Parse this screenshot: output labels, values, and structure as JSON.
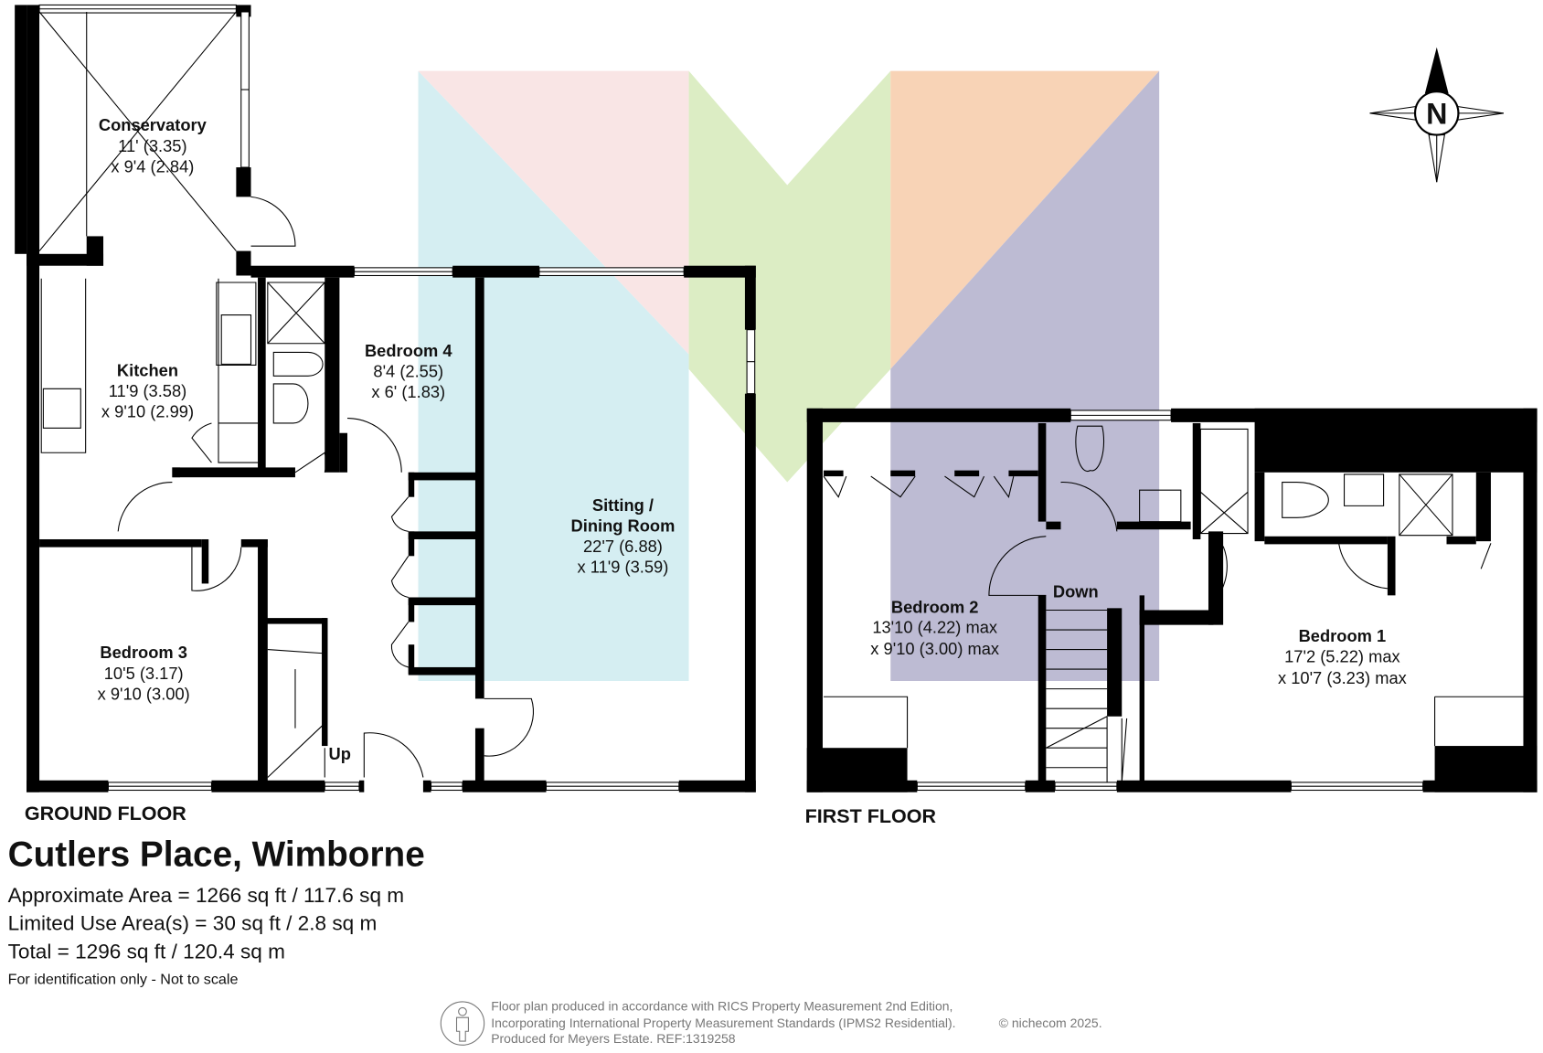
{
  "title": "Cutlers Place, Wimborne",
  "areas": {
    "approx": "Approximate Area = 1266 sq ft / 117.6 sq m",
    "limited": "Limited Use Area(s) = 30 sq ft / 2.8 sq m",
    "total": "Total = 1296 sq ft / 120.4 sq m",
    "note": "For identification only - Not to scale"
  },
  "floors": {
    "ground": "GROUND FLOOR",
    "first": "FIRST FLOOR"
  },
  "rooms": {
    "conservatory": {
      "name": "Conservatory",
      "d1": "11' (3.35)",
      "d2": "x 9'4 (2.84)"
    },
    "kitchen": {
      "name": "Kitchen",
      "d1": "11'9 (3.58)",
      "d2": "x 9'10 (2.99)"
    },
    "bedroom4": {
      "name": "Bedroom 4",
      "d1": "8'4 (2.55)",
      "d2": "x 6' (1.83)"
    },
    "sitting1": "Sitting /",
    "sitting": {
      "name": "Dining Room",
      "d1": "22'7 (6.88)",
      "d2": "x 11'9 (3.59)"
    },
    "bedroom3": {
      "name": "Bedroom 3",
      "d1": "10'5 (3.17)",
      "d2": "x 9'10 (3.00)"
    },
    "bedroom2": {
      "name": "Bedroom 2",
      "d1": "13'10 (4.22) max",
      "d2": "x 9'10 (3.00) max"
    },
    "bedroom1": {
      "name": "Bedroom 1",
      "d1": "17'2 (5.22) max",
      "d2": "x 10'7 (3.23)  max"
    }
  },
  "stairs": {
    "up": "Up",
    "down": "Down"
  },
  "compass": "N",
  "footer": {
    "line1": "Floor plan produced in accordance with RICS Property Measurement 2nd Edition,",
    "line2": "Incorporating International Property Measurement Standards (IPMS2 Residential).",
    "line3": "Produced for Meyers Estate.    REF:1319258",
    "copyright": "© nichecom 2025."
  },
  "colors": {
    "blue": "#d5eef2",
    "pink": "#f9e5e5",
    "green": "#dcedc4",
    "orange": "#f8d3b6",
    "purple": "#bdbbd3",
    "wall": "#000000"
  }
}
